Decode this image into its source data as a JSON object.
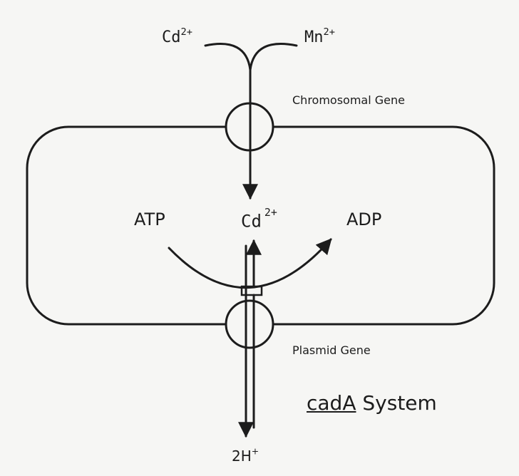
{
  "labels": {
    "cd_outside": "Cd",
    "cd_outside_charge": "2+",
    "mn_outside": "Mn",
    "mn_outside_charge": "2+",
    "chromosomal_gene": "Chromosomal Gene",
    "atp": "ATP",
    "cd_inside": "Cd",
    "cd_inside_charge": "2+",
    "adp": "ADP",
    "plasmid_gene": "Plasmid Gene",
    "system_gene_name": "cadA",
    "system_word": "System",
    "proton_count": "2H",
    "proton_charge": "+"
  },
  "colors": {
    "ink": "#1c1c1c",
    "background": "#f6f6f4"
  }
}
